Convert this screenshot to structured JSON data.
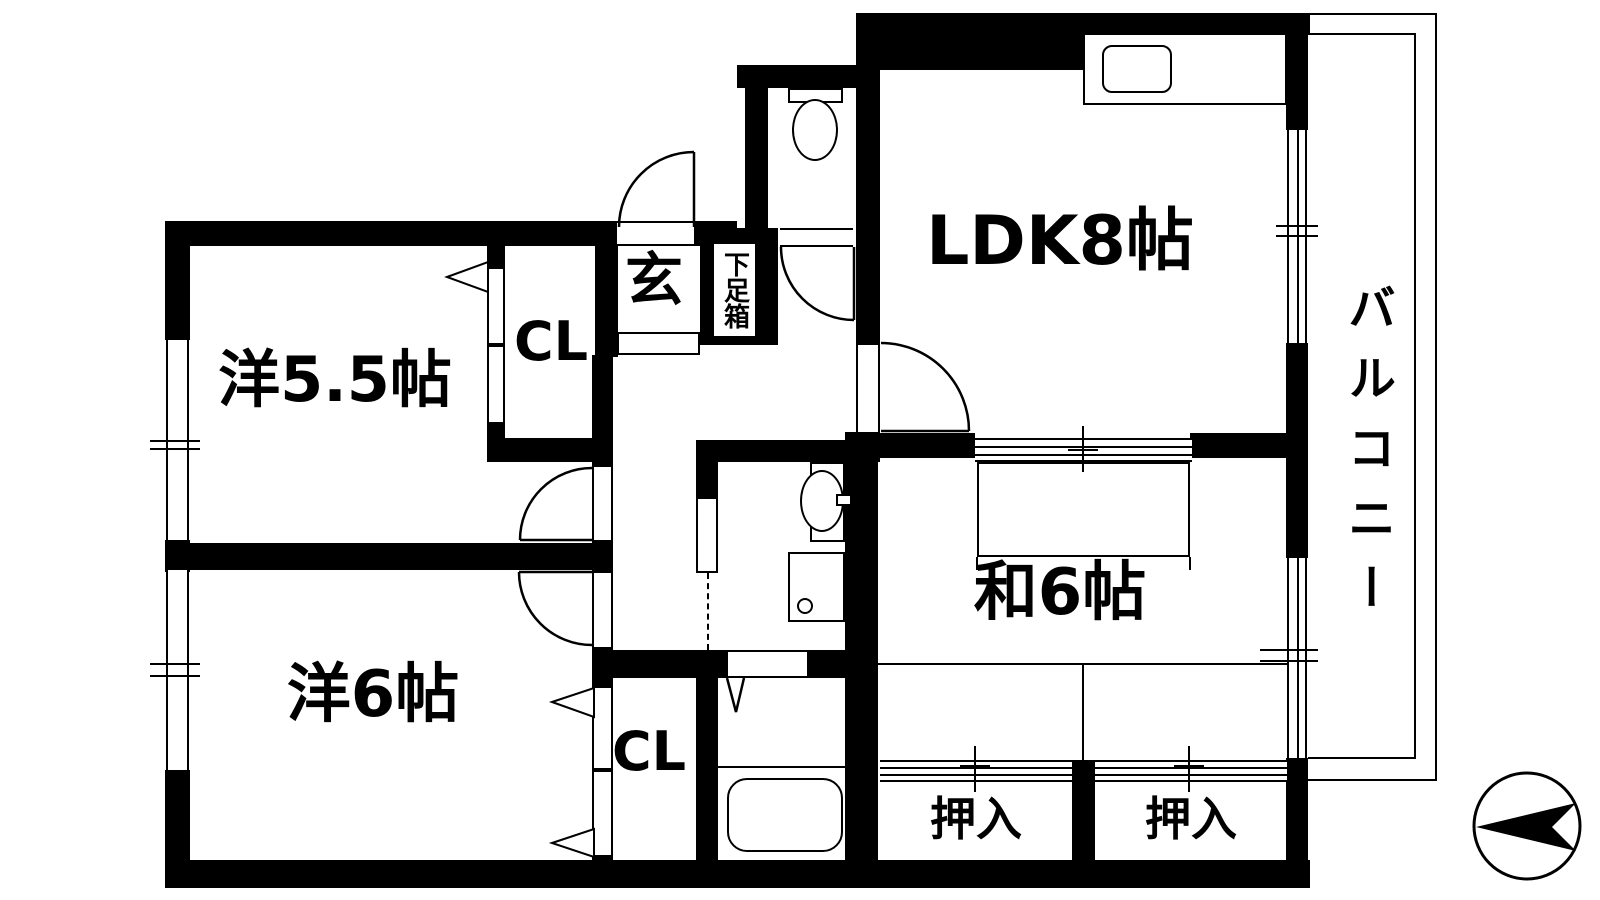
{
  "plan": {
    "rooms": {
      "ldk": "LDK8帖",
      "western_5_5": "洋5.5帖",
      "western_6": "洋6帖",
      "japanese_6": "和6帖",
      "balcony": "バルコニー"
    },
    "features": {
      "entrance": "玄",
      "shoe_box": "下足箱",
      "closet_top": "CL",
      "closet_bottom": "CL",
      "oshiire_left": "押入",
      "oshiire_right": "押入"
    },
    "colors": {
      "wall": "#000000",
      "background": "#ffffff"
    }
  }
}
